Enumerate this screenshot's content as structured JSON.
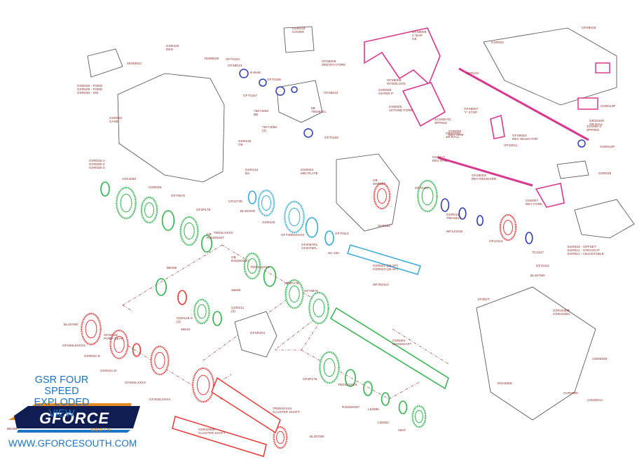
{
  "colors": {
    "outline": "#4a4a4a",
    "green": "#2eb24a",
    "red": "#e53935",
    "blue": "#2d3bb5",
    "cyan": "#34a9d8",
    "magenta": "#d8388e",
    "label": "#8a1f1f",
    "brand_blue": "#1a73c6",
    "brand_navy": "#101d52",
    "brand_orange": "#e58d24"
  },
  "brand": {
    "title_line1": "GSR FOUR SPEED",
    "title_line2": "EXPLODED VIEW",
    "logo_word": "GFORCE",
    "logo_sub": "SOUTH",
    "website": "WWW.GFORCESOUTH.COM"
  },
  "labels": [
    "GSR018\nCOVER",
    "GSR126\nDEN",
    "25463521",
    "GSR028 - FORD\nGSR029 - FORD\nGSR030 - GM",
    "GSR002\nCASE",
    "75498048",
    "GF70154",
    "GFS8013",
    "8-6548",
    "GF70156",
    "GFS8006\n3RD/4TH FORK",
    "GF70157",
    "7607J058\nBB",
    "GFS8012",
    "5B\n75508101",
    "7607J058\n(2)",
    "GF70158",
    "GSR125\nCB",
    "GSR124\nB3",
    "GSR036-1\nGSR036-2\nGSR036-3",
    "AXK4060",
    "GSR035",
    "GF79578",
    "GF2P178",
    "TRD4LXXXX",
    "GB\nR4528X837",
    "CR11736",
    "BL30VNR",
    "GSR129",
    "GFT45N3XXXX",
    "GF2087R1\nGF2078FL",
    "SH 200",
    "GSR003\nMID PLATE",
    "GB\nSHR137",
    "GF70122",
    "GF70113",
    "SHR132",
    "GSR001 (29 SP)\nGSR023 (26 SP)",
    "WF362112",
    "GFS8006\n2' BAR\nCB",
    "GFS8008\nINTERLOCK",
    "GSR009\nOUTER P",
    "GSR005\n1ST/2ND FORK",
    "GSR119",
    "GFS8007\n'Y' STOP",
    "1C0450-01\nSPRING",
    "GSR005\nREV ARM",
    "GR2S300\n3/8 BALL",
    "GFS8004\nREV SELECTOR",
    "GF18011",
    "GSR117\nREV RAIL",
    "GFS8003\nREV RECEIVER",
    "GSR007\nREV FORK",
    "GSR001",
    "GFS8018",
    "GSR014P",
    "GR2S300\n3/8 BALL",
    "1C0450-4\nSPRING",
    "GSR013P",
    "GSR035",
    "GSR012\nTWA5427",
    "WF141016",
    "GF10114",
    "TC1427",
    "GF10111",
    "ESR024 - OFFSET\nESR011 - STRAIGHT\nESR011 - ADJUSTABLE",
    "BB295",
    "36809",
    "GSR128-X\n(2)",
    "GSR131\n(2)",
    "36810",
    "GFSR104",
    "GB\nR4528X837",
    "TRD4LXXXX",
    "GF2P178",
    "GF79578",
    "BL267NR",
    "GFS59L5XXXX",
    "GSR031-E",
    "GF28155\nPUMP GEAR",
    "GSR031-D",
    "GF25XLXXXX",
    "GF25XLXXXX",
    "GSR1090B\nCLUSTER SHAFT",
    "TR5R4XXXX\nCLUSTER SHAFT",
    "BL307NR",
    "GSR002\nMAINSHAFT",
    "GF2P178",
    "TRD4LXXXX",
    "R4528X837",
    "L54565",
    "L55552",
    "4820",
    "BL307NR",
    "0F38VT",
    "GSR1038B\nGSR1038U",
    "14856196",
    "RNA6008",
    "GVR2600",
    "C0539014",
    "BB295"
  ]
}
